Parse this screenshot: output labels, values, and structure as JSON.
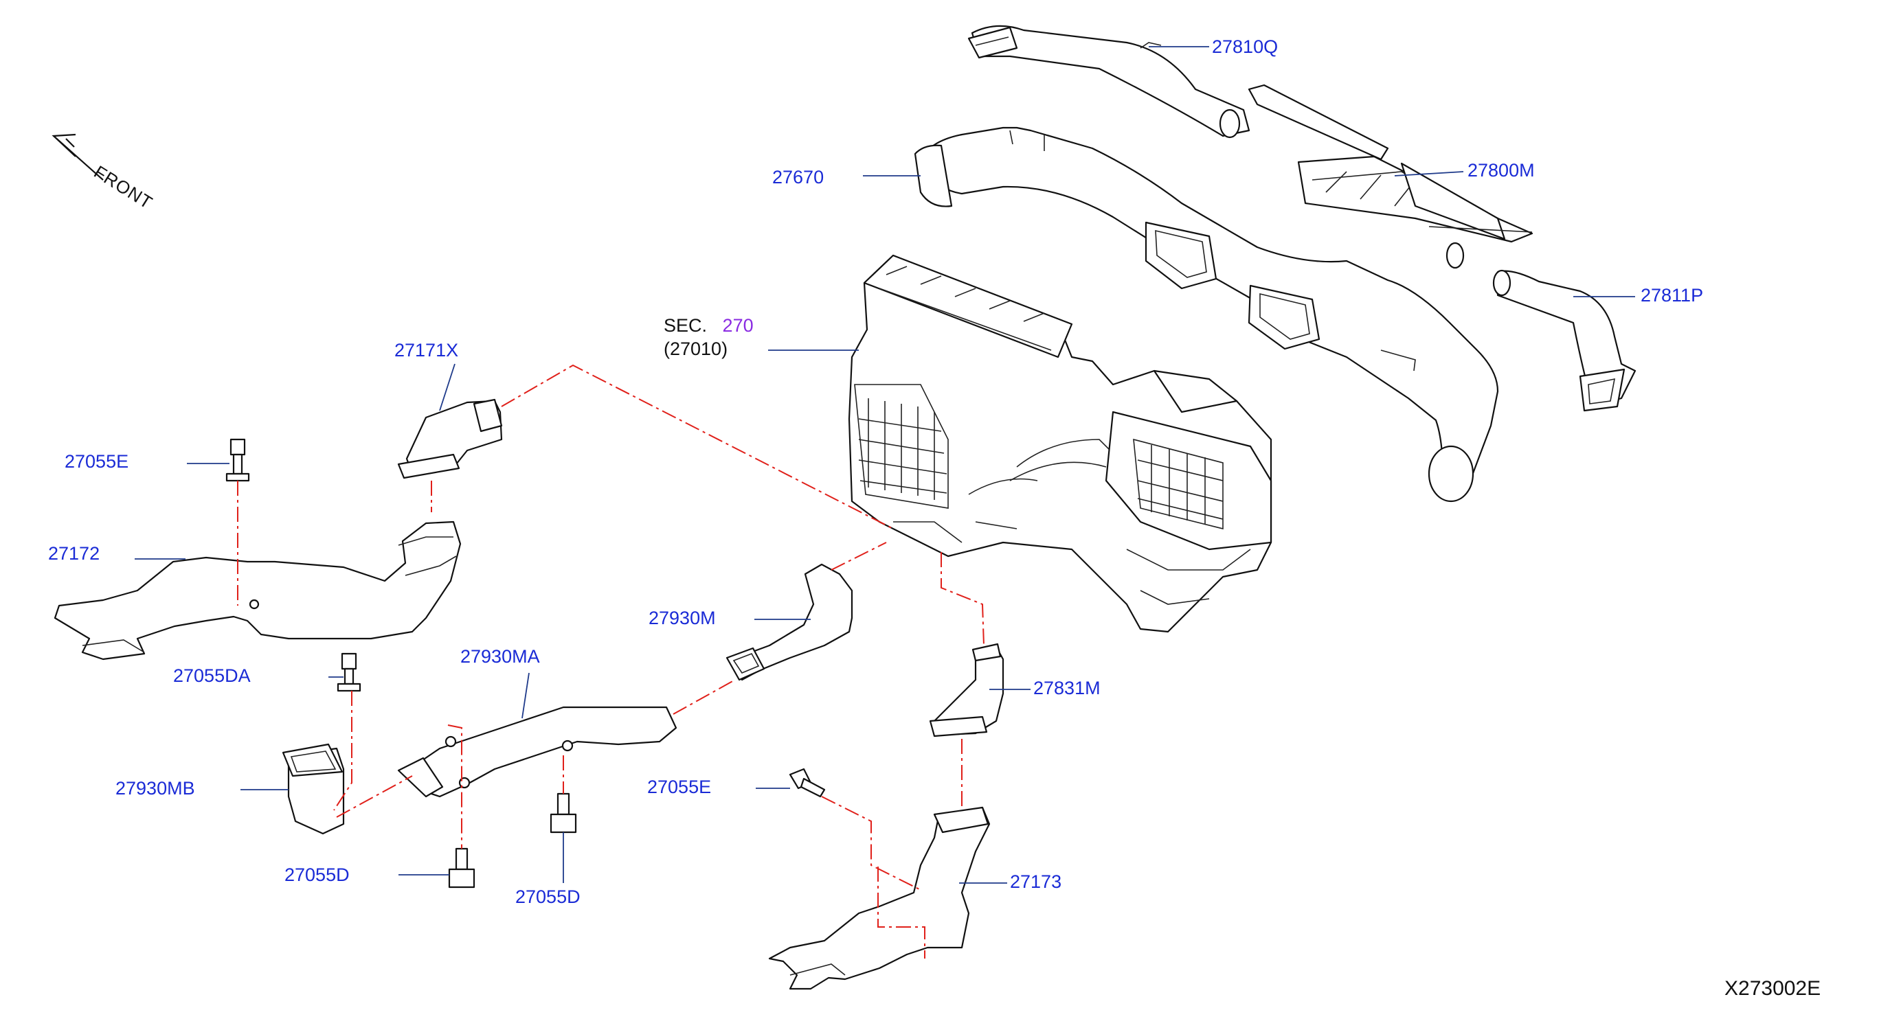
{
  "diagram": {
    "orientation_label": "FRONT",
    "diagram_code": "X273002E",
    "section_ref": {
      "prefix": "SEC.",
      "number": "270",
      "part": "(27010)"
    },
    "colors": {
      "label": "#1a2bd6",
      "leader": "#1e3a8a",
      "chain": "#e0201a",
      "section_link": "#8a2be2"
    },
    "callouts": {
      "p27810Q": "27810Q",
      "p27670": "27670",
      "p27800M": "27800M",
      "p27811P": "27811P",
      "p27171X": "27171X",
      "p27055E_a": "27055E",
      "p27172": "27172",
      "p27930M": "27930M",
      "p27055DA": "27055DA",
      "p27930MA": "27930MA",
      "p27831M": "27831M",
      "p27930MB": "27930MB",
      "p27055E_b": "27055E",
      "p27055D_a": "27055D",
      "p27055D_b": "27055D",
      "p27173": "27173"
    }
  }
}
